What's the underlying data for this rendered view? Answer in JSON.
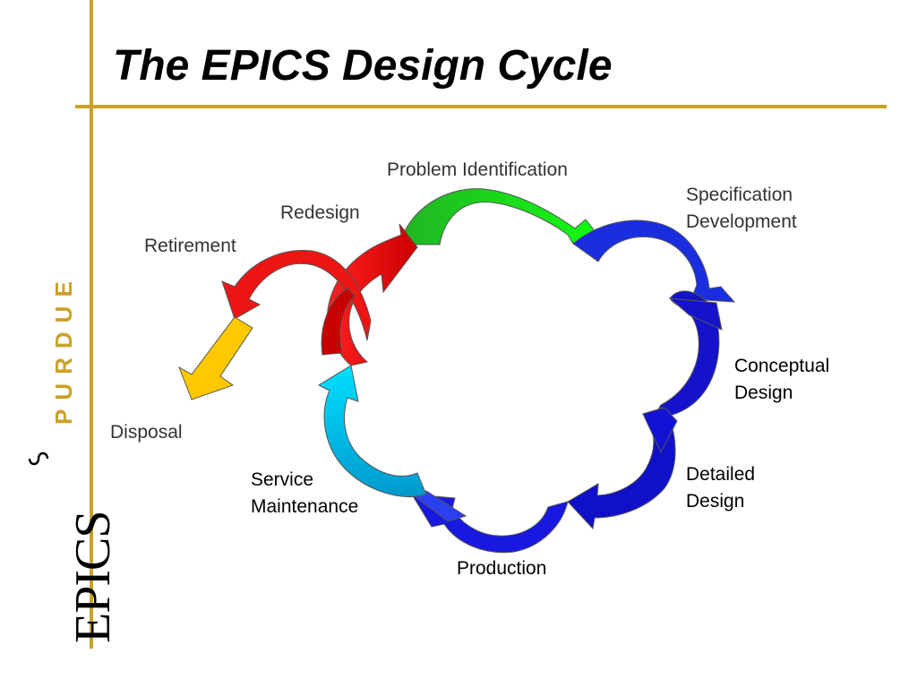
{
  "title": "The EPICS Design Cycle",
  "brand": {
    "purdue": "PURDUE",
    "epics": "EPICS"
  },
  "colors": {
    "accent_gold": "#c9a227",
    "green": "#22cc22",
    "blue": "#1111dd",
    "cyan": "#11ccee",
    "red": "#ee1111",
    "yellow": "#ffc800"
  },
  "cycle": {
    "problem_identification": "Problem Identification",
    "specification_development": [
      "Specification",
      "Development"
    ],
    "conceptual_design": [
      "Conceptual",
      "Design"
    ],
    "detailed_design": [
      "Detailed",
      "Design"
    ],
    "production": "Production",
    "service_maintenance": [
      "Service",
      "Maintenance"
    ],
    "redesign": "Redesign",
    "retirement": "Retirement",
    "disposal": "Disposal"
  }
}
